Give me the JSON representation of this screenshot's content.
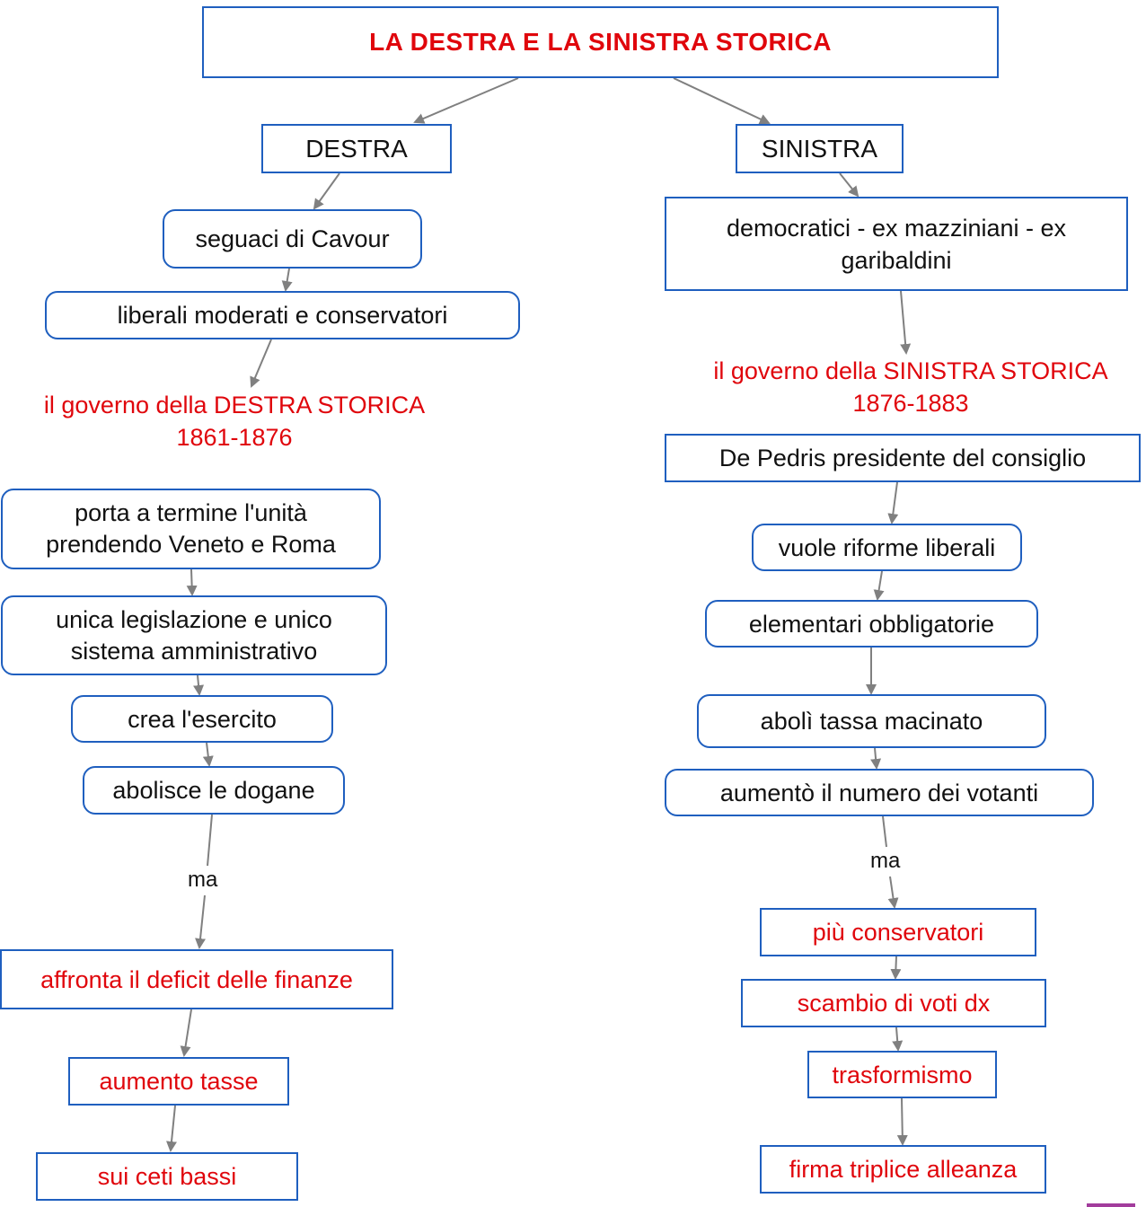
{
  "title": "LA DESTRA E LA SINISTRA STORICA",
  "colors": {
    "node_border": "#1f5fbf",
    "title_text": "#e0060c",
    "highlight_text": "#e0060c",
    "normal_text": "#111111",
    "arrow": "#808080"
  },
  "left": {
    "heading": "DESTRA",
    "who_1": "seguaci di Cavour",
    "who_2": "liberali moderati e conservatori",
    "government_line1": "il governo della DESTRA STORICA",
    "government_line2": "1861-1876",
    "actions": [
      "porta a termine l'unità prendendo Veneto e Roma",
      "unica legislazione e unico sistema amministrativo",
      "crea l'esercito",
      "abolisce le dogane"
    ],
    "link_label": "ma",
    "consequences": [
      "affronta il deficit delle finanze",
      "aumento tasse",
      "sui ceti bassi"
    ]
  },
  "right": {
    "heading": "SINISTRA",
    "who": "democratici - ex mazziniani - ex garibaldini",
    "government_line1": "il governo della SINISTRA STORICA",
    "government_line2": "1876-1883",
    "leader": "De Pedris presidente del consiglio",
    "actions": [
      "vuole riforme liberali",
      "elementari obbligatorie",
      "abolì tassa macinato",
      "aumentò il numero dei votanti"
    ],
    "link_label": "ma",
    "consequences": [
      "più conservatori",
      "scambio di voti dx",
      "trasformismo",
      "firma triplice alleanza"
    ]
  }
}
